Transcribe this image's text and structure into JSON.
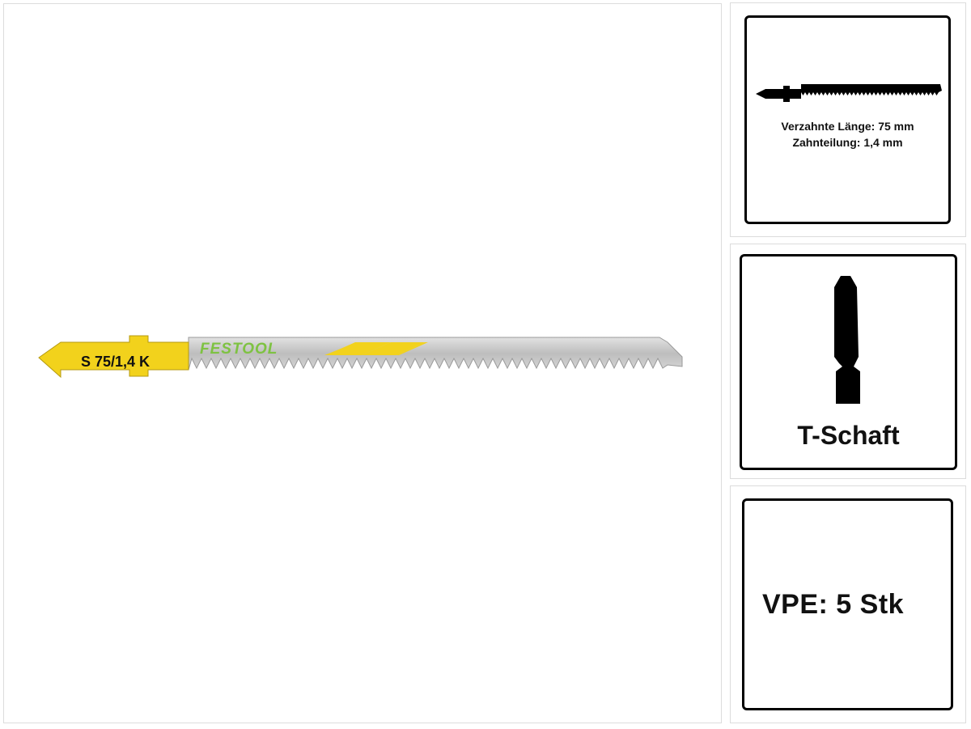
{
  "product": {
    "blade_label": "S 75/1,4 K",
    "brand": "FESTOOL"
  },
  "specs": {
    "toothed_length": "Verzahnte Länge: 75 mm",
    "tooth_pitch": "Zahnteilung: 1,4 mm"
  },
  "shank": {
    "label": "T-Schaft"
  },
  "packaging": {
    "label": "VPE: 5 Stk"
  },
  "colors": {
    "label_yellow": "#f2d21c",
    "brand_green": "#7ec242",
    "steel": "#c9c9c9",
    "border_black": "#000000"
  }
}
